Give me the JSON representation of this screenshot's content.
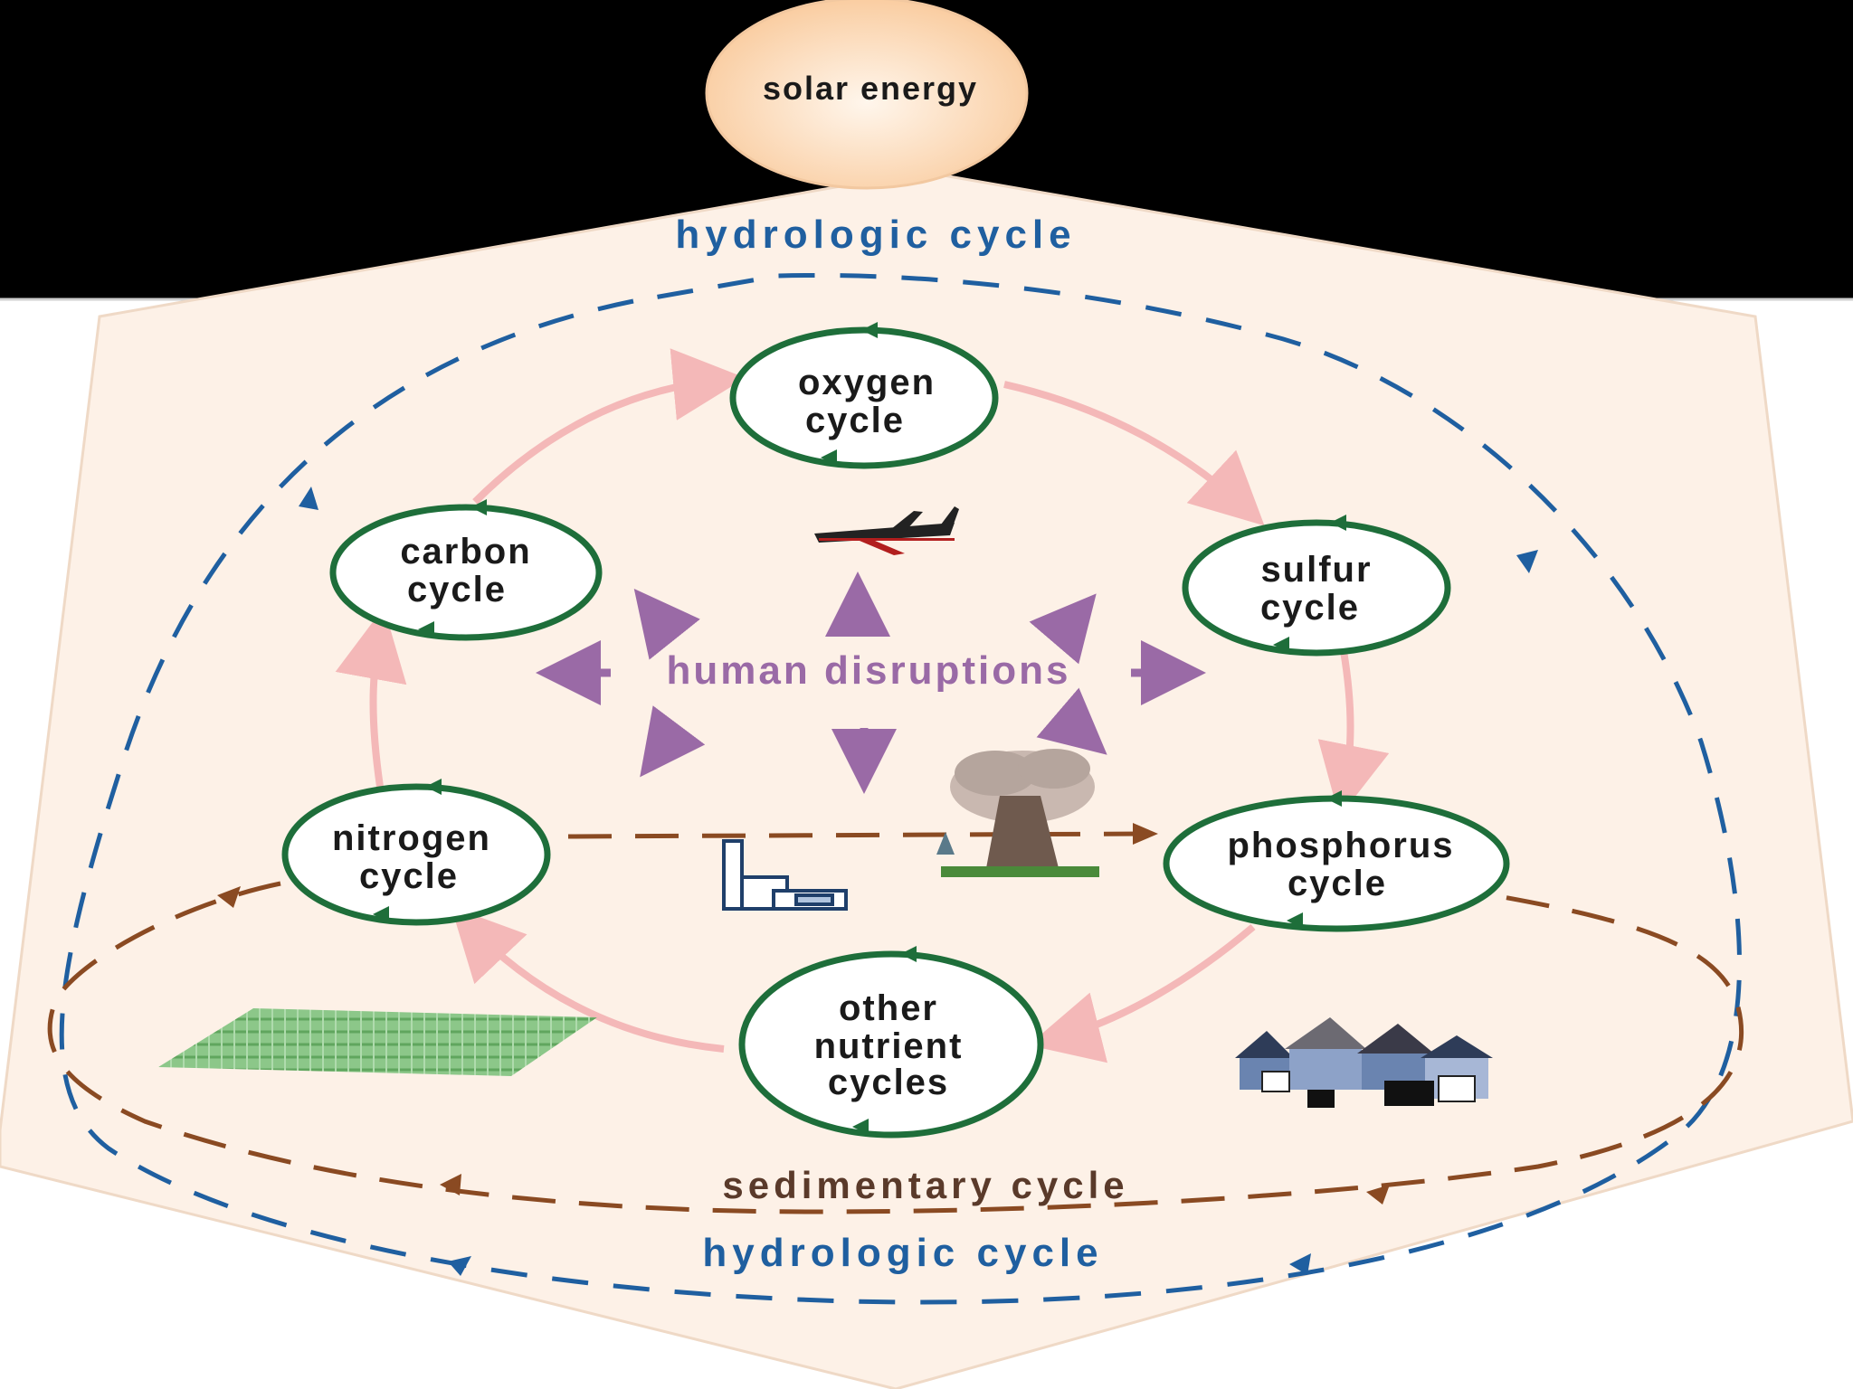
{
  "diagram": {
    "solar": "solar energy",
    "hydrologic_top": "hydrologic cycle",
    "hydrologic_bottom": "hydrologic cycle",
    "sedimentary": "sedimentary cycle",
    "human_disruptions": "human disruptions",
    "nodes": {
      "oxygen": [
        "oxygen",
        "cycle"
      ],
      "carbon": [
        "carbon",
        "cycle"
      ],
      "sulfur": [
        "sulfur",
        "cycle"
      ],
      "nitrogen": [
        "nitrogen",
        "cycle"
      ],
      "phosphorus": [
        "phosphorus",
        "cycle"
      ],
      "other": [
        "other",
        "nutrient",
        "cycles"
      ]
    },
    "icons": [
      "airplane-icon",
      "factory-icon",
      "volcano-icon",
      "farmland-icon",
      "town-icon"
    ],
    "colors": {
      "background_band": "#000000",
      "panel": "#fdf1e7",
      "solar_fill": "#fbd6b2",
      "node_ring": "#1e6e3a",
      "hydro_dash": "#1f5fa0",
      "sediment_dash": "#8a4a22",
      "pink_arrow": "#f4b8b8",
      "purple_arrow": "#9a6aa6"
    }
  }
}
